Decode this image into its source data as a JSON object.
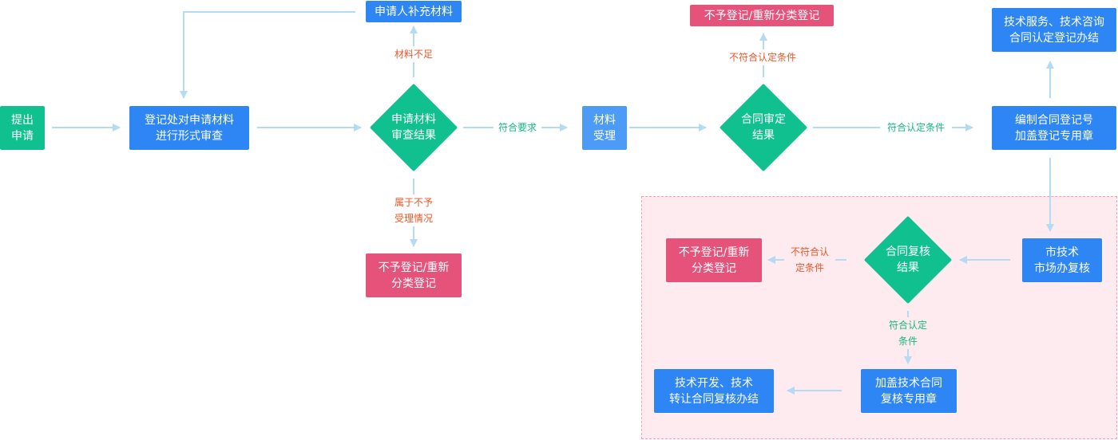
{
  "colors": {
    "start": "#10c18f",
    "process": "#2e86f5",
    "process_light": "#4c9bf6",
    "reject": "#e5527a",
    "decision": "#10c18f",
    "connector": "#b5daf3",
    "label_negative": "#e8572a",
    "label_positive": "#16b87f",
    "review_region": "#fdebef"
  },
  "nodes": {
    "submit": "提出\n申请",
    "formal_review": "登记处对申请材料\n进行形式审查",
    "supplement": "申请人补充材料",
    "review_result": "申请材料\n审查结果",
    "reject_1": "不予登记/重新\n分类登记",
    "accept": "材料\n受理",
    "contract_decision": "合同审定\n结果",
    "reject_2": "不予登记/重新分类登记",
    "service_done": "技术服务、技术咨询\n合同认定登记办结",
    "register_number": "编制合同登记号\n加盖登记专用章",
    "city_review": "市技术\n市场办复核",
    "recheck_result": "合同复核\n结果",
    "reject_3": "不予登记/重新\n分类登记",
    "stamp": "加盖技术合同\n复核专用章",
    "dev_done": "技术开发、技术\n转让合同复核办结"
  },
  "edge_labels": {
    "insufficient": "材料不足",
    "not_accepted": "属于不予\n受理情况",
    "meets_requirements": "符合要求",
    "not_qualified_top": "不符合认定条件",
    "qualified_right": "符合认定条件",
    "not_qualified_left": "不符合认\n定条件",
    "qualified_down": "符合认定\n条件"
  }
}
